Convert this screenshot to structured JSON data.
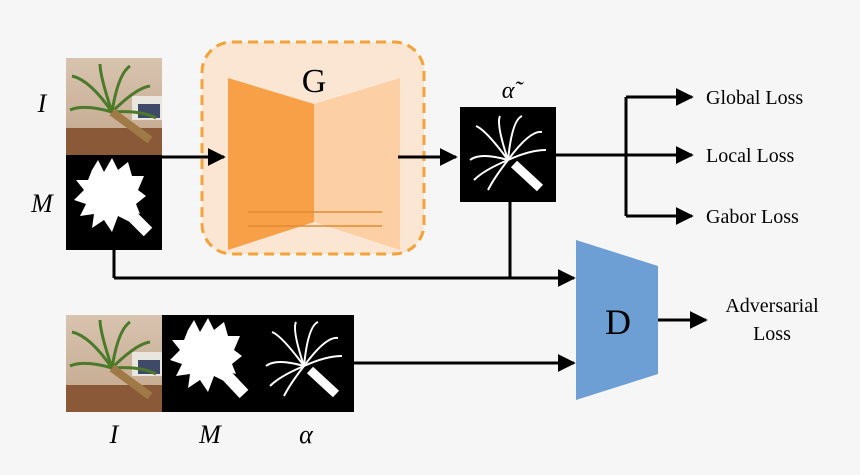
{
  "generator": {
    "label": "G"
  },
  "discriminator": {
    "label": "D"
  },
  "inputs": {
    "image_label": "I",
    "mask_label": "M"
  },
  "output": {
    "alpha_label": "α̃"
  },
  "losses": {
    "global": "Global Loss",
    "local": "Local Loss",
    "gabor": "Gabor Loss",
    "adversarial_line1": "Adversarial",
    "adversarial_line2": "Loss"
  },
  "bottom_labels": {
    "image": "I",
    "mask": "M",
    "alpha": "α"
  },
  "colors": {
    "generator_box_fill": "#fbe6d3",
    "generator_box_border": "#f2a33a",
    "generator_left": "#f8a047",
    "generator_right": "#fcd0a4",
    "discriminator": "#6d9fd4",
    "arrow": "#000000"
  }
}
